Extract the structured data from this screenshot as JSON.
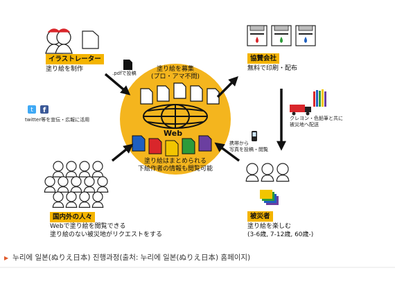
{
  "center": {
    "title_line1": "塗り絵を募集",
    "title_line2": "(プロ・アマ不問)",
    "web_label": "Web",
    "bottom_line1": "塗り絵はまとめられる",
    "bottom_line2": "下絵作者の情報も閲覧可能",
    "color": "#f4b51e"
  },
  "illustrator": {
    "label": "イラストレーター",
    "desc": "塗り絵を制作",
    "upload_note": ".pdfで投稿"
  },
  "sponsor": {
    "label": "協賛会社",
    "desc": "無料で印刷・配布",
    "delivery_line1": "クレヨン・色鉛筆と共に",
    "delivery_line2": "被災地へ配送"
  },
  "social": {
    "icons": [
      "twitter-icon",
      "facebook-icon"
    ],
    "note": "twitter等を宣伝・広報に活用"
  },
  "people": {
    "label": "国内外の人々",
    "desc_line1": "Webで塗り絵を閲覧できる",
    "desc_line2": "塗り絵のない被災地がリクエストをする"
  },
  "victims": {
    "label": "被災者",
    "desc_line1": "塗り絵を楽しむ",
    "desc_line2": "(3-6歳, 7-12歳, 60歳-)",
    "mobile_line1": "携帯から",
    "mobile_line2": "写真を投稿・閲覧"
  },
  "caption": "누리에 일본(ぬりえ日本) 진행과정(출처: 누리에 일본(ぬりえ日本) 홈페이지)",
  "colors": {
    "label_bg": "#f4b400",
    "arrow": "#111111",
    "document_colors": [
      "#1f5fbf",
      "#d9262b",
      "#f2c500",
      "#2e9b3a",
      "#6b3fa0"
    ]
  }
}
